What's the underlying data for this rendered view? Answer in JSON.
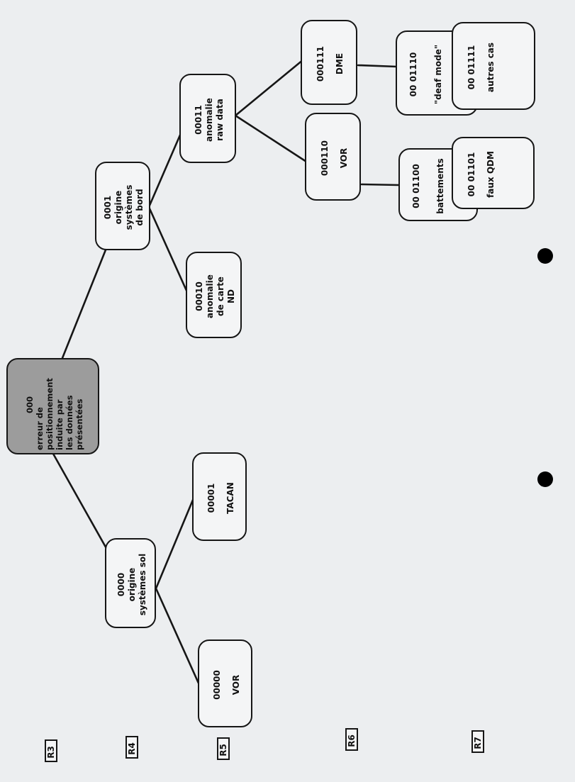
{
  "levels": [
    "R3",
    "R4",
    "R5",
    "R6",
    "R7"
  ],
  "nodes": {
    "n000": [
      "000",
      "erreur de",
      "positionnement",
      "induite par",
      "les données",
      "présentées"
    ],
    "n0000": [
      "0000",
      "origine",
      "systèmes sol"
    ],
    "n0001": [
      "0001",
      "origine",
      "systèmes",
      "de bord"
    ],
    "n00000": [
      "00000",
      "VOR"
    ],
    "n00001": [
      "00001",
      "TACAN"
    ],
    "n00010": [
      "00010",
      "anomalie",
      "de carte",
      "ND"
    ],
    "n00011": [
      "00011",
      "anomalie",
      "raw data"
    ],
    "n000110": [
      "000110",
      "VOR"
    ],
    "n000111": [
      "000111",
      "DME"
    ],
    "n001100": [
      "00 01100",
      "battements"
    ],
    "n001101": [
      "00 01101",
      "faux QDM"
    ],
    "n001110": [
      "00 01110",
      "\"deaf mode\""
    ],
    "n001111": [
      "00 01111",
      "autres cas"
    ]
  },
  "colors": {
    "root_fill": "#9c9c9c",
    "page": "#eceef0",
    "ink": "#161616"
  }
}
